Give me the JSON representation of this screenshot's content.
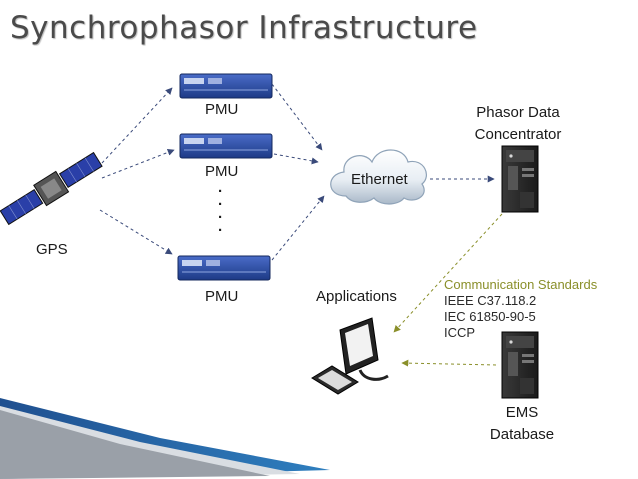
{
  "title": "Synchrophasor Infrastructure",
  "labels": {
    "gps": "GPS",
    "pmu_1": "PMU",
    "pmu_2": "PMU",
    "pmu_3": "PMU",
    "ethernet": "Ethernet",
    "pdc_line1": "Phasor Data",
    "pdc_line2": "Concentrator",
    "applications": "Applications",
    "ems_line1": "EMS",
    "ems_line2": "Database"
  },
  "standards": {
    "heading": "Communication Standards",
    "items": [
      "IEEE C37.118.2",
      "IEC 61850-90-5",
      "ICCP"
    ]
  },
  "colors": {
    "arrow_blue": "#3a4a7a",
    "arrow_olive": "#8a8f2a",
    "pmu_blue": "#2a4a9a",
    "server_dark": "#2a2a2a",
    "cloud": "#8fa3b8",
    "footer_blue": "#1f4f8f"
  }
}
